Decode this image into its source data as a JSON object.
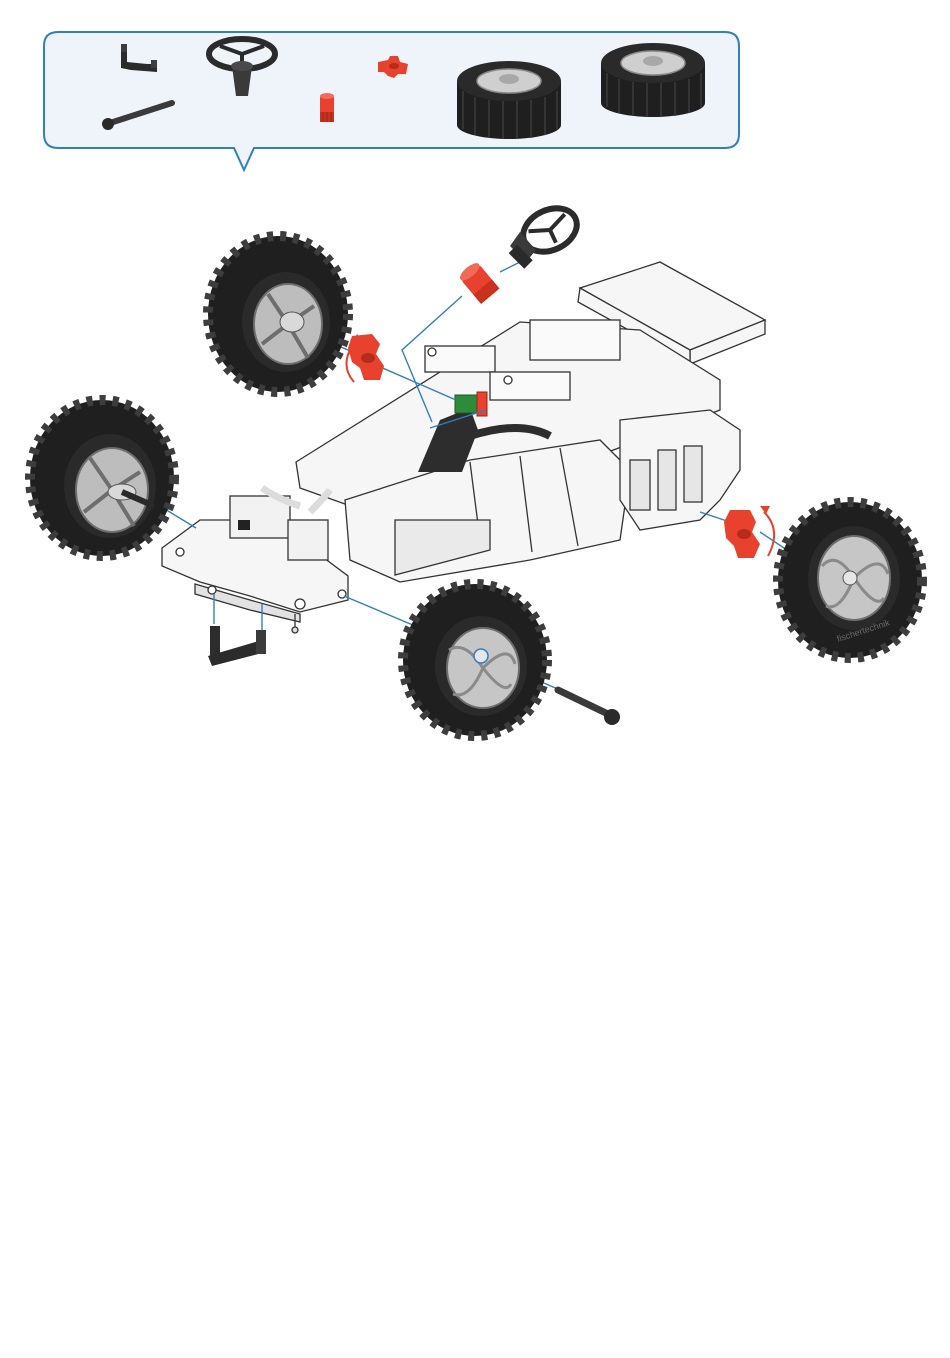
{
  "page": {
    "background": "#ffffff"
  },
  "parts_callout": {
    "border_color": "#2f7fc1",
    "fill_color": "#eef4fa",
    "parts": [
      {
        "name": "crank",
        "color": "#2b2b2b",
        "count": 1
      },
      {
        "name": "steering-wheel",
        "color": "#2b2b2b",
        "count": 1
      },
      {
        "name": "wing-nut",
        "color": "#e8412e",
        "count": 1
      },
      {
        "name": "hub-nut",
        "color": "#e8412e",
        "count": 1
      },
      {
        "name": "axle",
        "color": "#3a3a3a",
        "count": 1
      },
      {
        "name": "wheel",
        "color": "#1e1e1e",
        "count": 1
      },
      {
        "name": "wheel",
        "color": "#1e1e1e",
        "count": 1
      }
    ]
  },
  "assembly": {
    "guide_line_color": "#2f7fc1",
    "rotation_arrow_color": "#e8412e",
    "tire_color": "#1f1f1f",
    "rim_color": "#bdbdbd",
    "chassis_color": "#f6f6f6",
    "accent_red": "#e8412e",
    "accent_green": "#2e8b3a",
    "tire_sidewall_text": "fischertechnik"
  }
}
